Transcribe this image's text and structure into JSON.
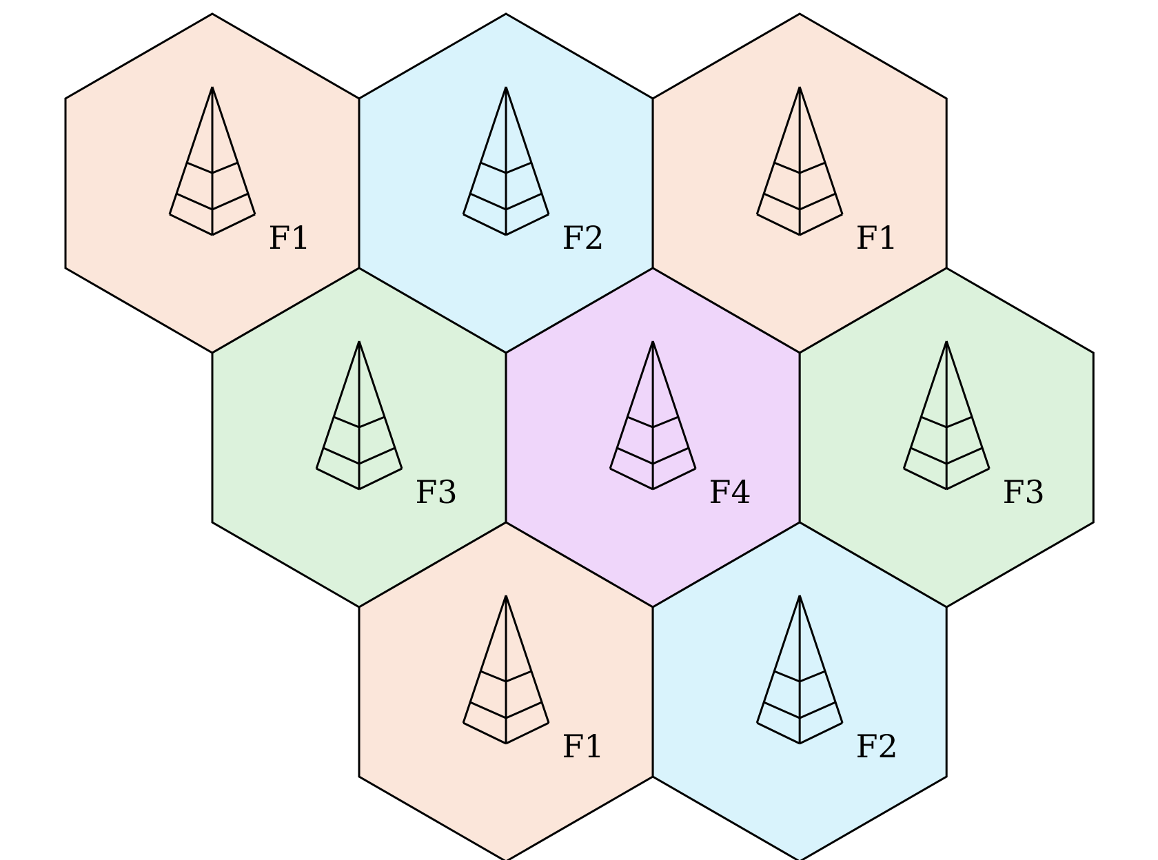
{
  "diagram": {
    "description_free": true,
    "cell_icon": "cell-tower-icon",
    "frequency_colors": {
      "F1": "#fbe6da",
      "F2": "#d9f3fc",
      "F3": "#dcf2dc",
      "F4": "#efd6fa"
    },
    "cells": [
      {
        "id": "cell-1",
        "label": "F1",
        "row": 0,
        "col": 0
      },
      {
        "id": "cell-2",
        "label": "F2",
        "row": 0,
        "col": 1
      },
      {
        "id": "cell-3",
        "label": "F1",
        "row": 0,
        "col": 2
      },
      {
        "id": "cell-4",
        "label": "F3",
        "row": 1,
        "col": 0
      },
      {
        "id": "cell-5",
        "label": "F4",
        "row": 1,
        "col": 1
      },
      {
        "id": "cell-6",
        "label": "F3",
        "row": 1,
        "col": 2
      },
      {
        "id": "cell-7",
        "label": "F1",
        "row": 2,
        "col": 0
      },
      {
        "id": "cell-8",
        "label": "F2",
        "row": 2,
        "col": 1
      }
    ]
  }
}
